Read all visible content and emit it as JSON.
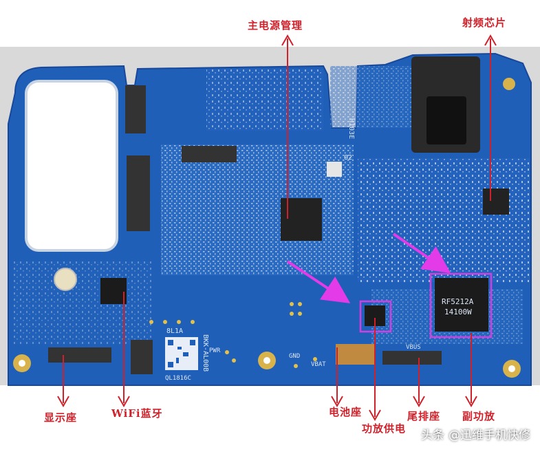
{
  "labels": {
    "pmic": "主电源管理",
    "rf_chip": "射频芯片",
    "display_connector": "显示座",
    "wifi_bt": "WiFi蓝牙",
    "battery_connector": "电池座",
    "pa_supply": "功放供电",
    "tail_connector": "尾排座",
    "secondary_pa": "副功放"
  },
  "board_silk": {
    "rf_marking_1": "RF5212A",
    "rf_marking_2": "14100W",
    "model": "BKK-AL00B",
    "code1": "8L1A",
    "code2": "QL1816C",
    "pwr": "PWR",
    "gnd": "GND",
    "vbat": "VBAT",
    "vbus": "VBUS",
    "ref": "H103E",
    "rev": "02"
  },
  "watermark": {
    "prefix": "头条",
    "handle": "@迅维手机快修"
  },
  "colors": {
    "label_red": "#d0202a",
    "arrow_magenta": "#e33be8",
    "highlight_box": "#d040e0",
    "pcb_blue": "#1f5fb8"
  }
}
